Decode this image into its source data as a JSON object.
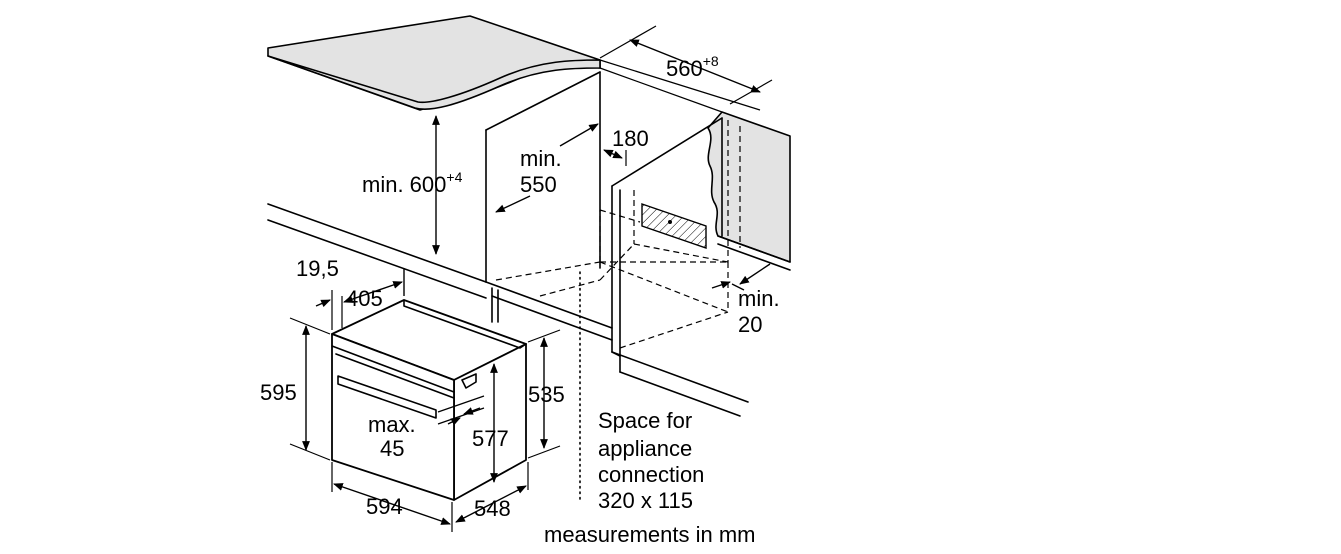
{
  "labels": {
    "niche_width": "560",
    "niche_width_tol": "+8",
    "back_gap": "180",
    "niche_height_label": "min. 600",
    "niche_height_tol": "+4",
    "niche_min_label": "min.",
    "niche_min_value": "550",
    "front_offset": "19,5",
    "depth_405": "405",
    "oven_height": "595",
    "body_height": "535",
    "inner_height": "577",
    "handle_max_label": "max.",
    "handle_max_value": "45",
    "oven_width": "594",
    "oven_depth": "548",
    "rear_gap_label": "min.",
    "rear_gap_value": "20"
  },
  "notes": {
    "connection_line1": "Space for",
    "connection_line2": "appliance",
    "connection_line3": "connection",
    "connection_line4": "320 x 115",
    "units": "measurements in mm"
  },
  "colors": {
    "line": "#000000",
    "surface": "#e3e3e3",
    "background": "#ffffff"
  }
}
